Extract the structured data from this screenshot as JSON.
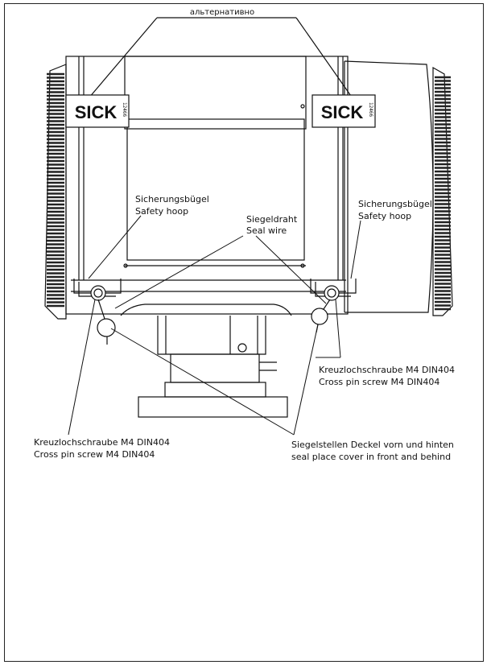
{
  "header": {
    "top_label": "альтернативно"
  },
  "logos": {
    "left": {
      "brand": "SICK",
      "serial": "12466"
    },
    "right": {
      "brand": "SICK",
      "serial": "12466"
    }
  },
  "labels": {
    "safety_hoop_left": {
      "de": "Sicherungsbügel",
      "en": "Safety hoop"
    },
    "safety_hoop_right": {
      "de": "Sicherungsbügel",
      "en": "Safety hoop"
    },
    "seal_wire": {
      "de": "Siegeldraht",
      "en": "Seal wire"
    },
    "screw_left": {
      "de": "Kreuzlochschraube M4 DIN404",
      "en": "Cross pin screw M4 DIN404"
    },
    "screw_right": {
      "de": "Kreuzlochschraube M4 DIN404",
      "en": "Cross pin screw M4 DIN404"
    },
    "seal_place": {
      "de": "Siegelstellen Deckel vorn und hinten",
      "en": "seal place cover in front and behind"
    }
  },
  "colors": {
    "line": "#111111",
    "fin": "#222222",
    "paper": "#ffffff"
  }
}
